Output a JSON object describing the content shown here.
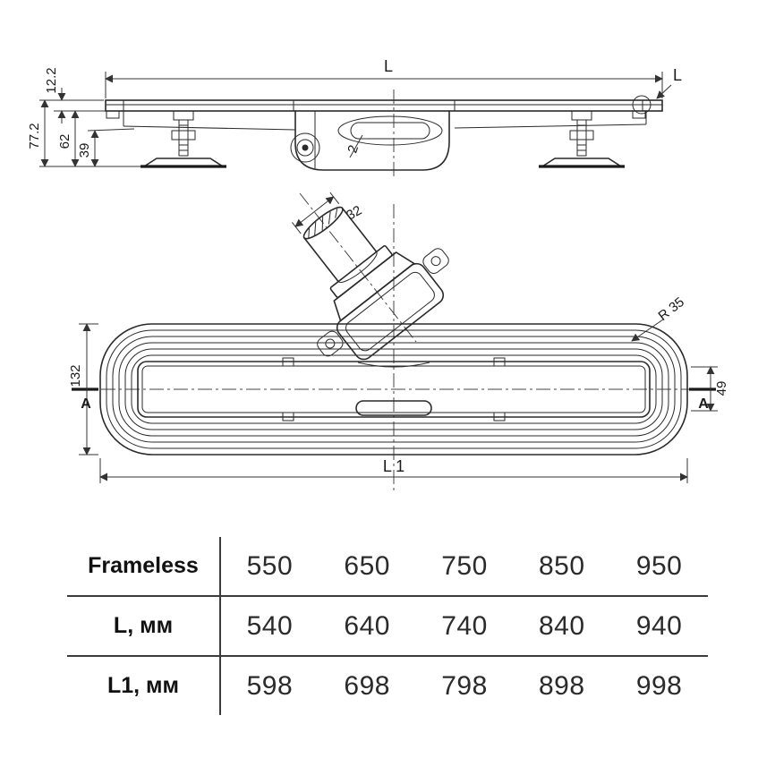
{
  "side_view": {
    "dim_l": "L",
    "detail_l": "L",
    "dim_12_2": "12.2",
    "dim_77_2": "77.2",
    "dim_62": "62",
    "dim_39": "39",
    "slope": "2"
  },
  "plan_view": {
    "dim_32": "32",
    "radius": "R 35",
    "dim_132": "132",
    "dim_49": "49",
    "dim_l1": "L 1",
    "section_a_left": "A",
    "section_a_right": "A"
  },
  "table": {
    "rows": [
      {
        "label": "Frameless",
        "values": [
          "550",
          "650",
          "750",
          "850",
          "950"
        ]
      },
      {
        "label": "L, мм",
        "values": [
          "540",
          "640",
          "740",
          "840",
          "940"
        ]
      },
      {
        "label": "L1, мм",
        "values": [
          "598",
          "698",
          "798",
          "898",
          "998"
        ]
      }
    ]
  }
}
